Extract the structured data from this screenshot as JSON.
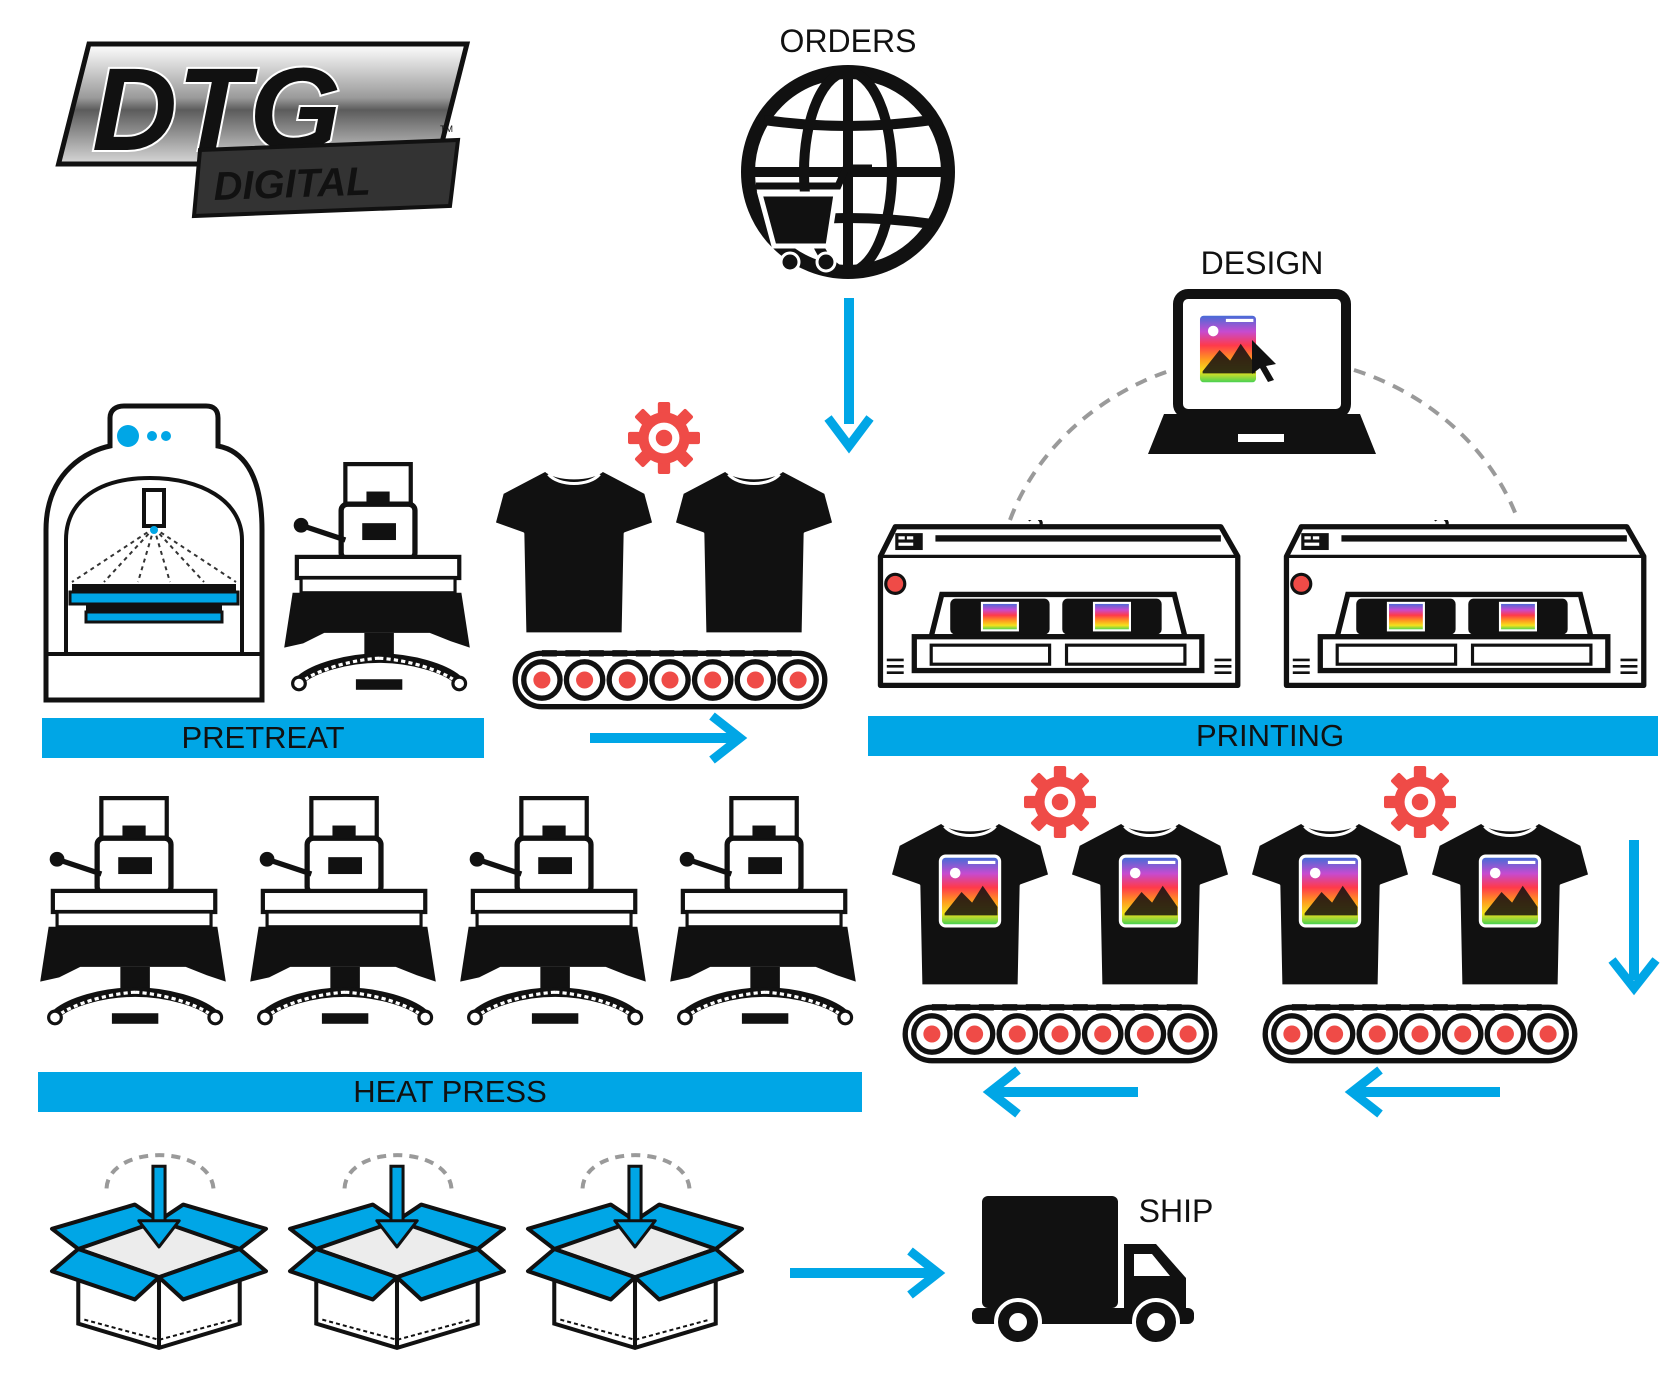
{
  "logo": {
    "primary": "DTG",
    "secondary": "DIGITAL",
    "mark": "TM"
  },
  "labels": {
    "orders": "ORDERS",
    "design": "DESIGN",
    "pretreat": "PRETREAT",
    "printing": "PRINTING",
    "heat_press": "HEAT PRESS",
    "ship": "SHIP"
  },
  "icons": {
    "orders": "globe-cart-icon",
    "design": "laptop-icon",
    "pretreat": "pretreat-machine-icon",
    "press": "heat-press-icon",
    "shirt": "tshirt-icon",
    "gear": "gear-icon",
    "conveyor": "conveyor-belt-icon",
    "printer": "dtg-printer-icon",
    "box": "box-icon",
    "truck": "truck-icon"
  },
  "colors": {
    "accent_blue": "#00a6e6",
    "gear_red": "#ef4b47",
    "ink": "#111111",
    "dashed_gray": "#9a9a9a"
  }
}
